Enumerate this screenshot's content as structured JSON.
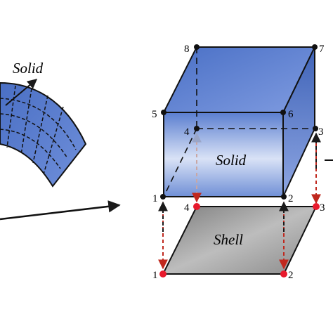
{
  "labels": {
    "left_solid": "Solid",
    "box_solid": "Solid",
    "shell": "Shell"
  },
  "solid_nodes": [
    "1",
    "2",
    "3",
    "4",
    "5",
    "6",
    "7",
    "8"
  ],
  "shell_nodes": [
    "1",
    "2",
    "3",
    "4"
  ],
  "colors": {
    "solid_blue": "#4f74c8",
    "solid_light": "#dde5f7",
    "shell_gray": "#8c8c8c",
    "node_red": "#e8192c",
    "arrow_red": "#c0281e",
    "arrow_dark": "#1a1a1a"
  }
}
